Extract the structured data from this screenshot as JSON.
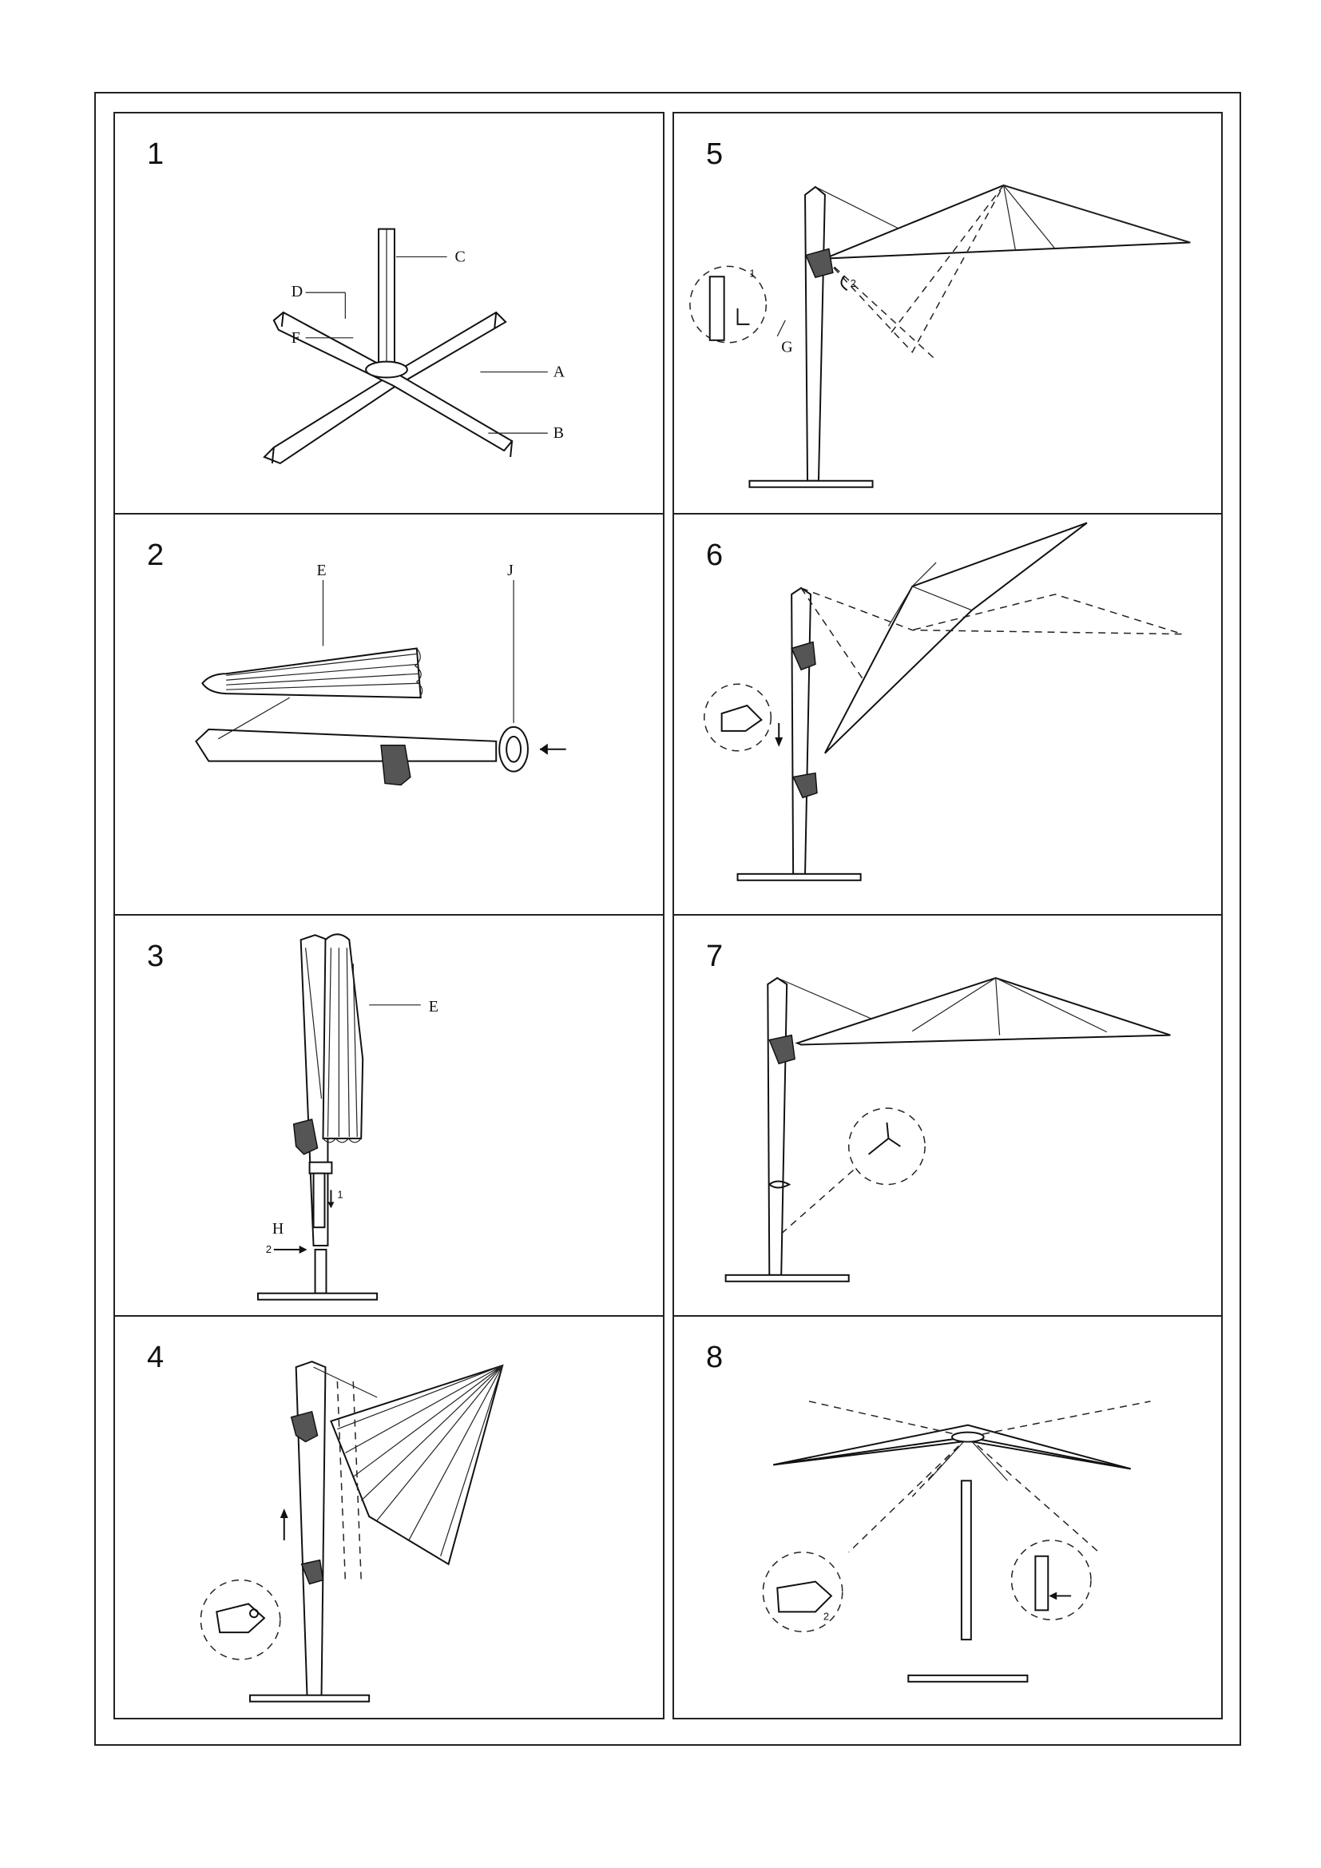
{
  "steps": [
    {
      "number": "1",
      "labels": {
        "a": "A",
        "b": "B",
        "c": "C",
        "d": "D",
        "f": "F"
      }
    },
    {
      "number": "2",
      "labels": {
        "e": "E",
        "j": "J"
      }
    },
    {
      "number": "3",
      "labels": {
        "e": "E",
        "h": "H",
        "n2": "2",
        "n1": "1"
      }
    },
    {
      "number": "4",
      "labels": {}
    },
    {
      "number": "5",
      "labels": {
        "g": "G",
        "n1": "1",
        "n2": "2"
      }
    },
    {
      "number": "6",
      "labels": {}
    },
    {
      "number": "7",
      "labels": {}
    },
    {
      "number": "8",
      "labels": {
        "n2": "2"
      }
    }
  ]
}
